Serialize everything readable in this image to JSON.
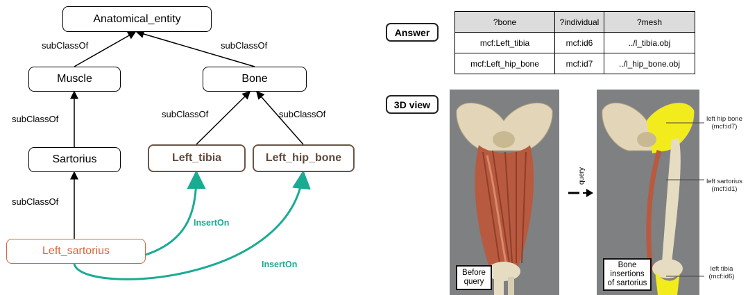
{
  "ontology": {
    "nodes": {
      "anatomical_entity": "Anatomical_entity",
      "muscle": "Muscle",
      "bone": "Bone",
      "sartorius": "Sartorius",
      "left_tibia": "Left_tibia",
      "left_hip_bone": "Left_hip_bone",
      "left_sartorius": "Left_sartorius"
    },
    "edges": {
      "muscle_sub": "subClassOf",
      "bone_sub": "subClassOf",
      "sartorius_sub": "subClassOf",
      "tibia_sub": "subClassOf",
      "hip_sub": "subClassOf",
      "left_sartorius_sub": "subClassOf",
      "insert_tibia": "InsertOn",
      "insert_hip": "InsertOn"
    },
    "colors": {
      "highlight": "#6b5545",
      "source": "#d9643c",
      "insert": "#1aab93"
    }
  },
  "answer": {
    "label": "Answer",
    "columns": [
      "?bone",
      "?individual",
      "?mesh"
    ],
    "rows": [
      [
        "mcf:Left_tibia",
        "mcf:id6",
        "../l_tibia.obj"
      ],
      [
        "mcf:Left_hip_bone",
        "mcf:id7",
        "../l_hip_bone.obj"
      ]
    ]
  },
  "view3d": {
    "label": "3D view",
    "before_caption_1": "Before",
    "before_caption_2": "query",
    "after_caption_1": "Bone",
    "after_caption_2": "insertions",
    "after_caption_3": "of sartorius",
    "query_label": "query",
    "callouts": {
      "hip_1": "left hip bone",
      "hip_2": "(mcf:id7)",
      "sart_1": "left sartorius",
      "sart_2": "(mcf:id1)",
      "tibia_1": "left tibia",
      "tibia_2": "(mcf:id6)"
    }
  }
}
